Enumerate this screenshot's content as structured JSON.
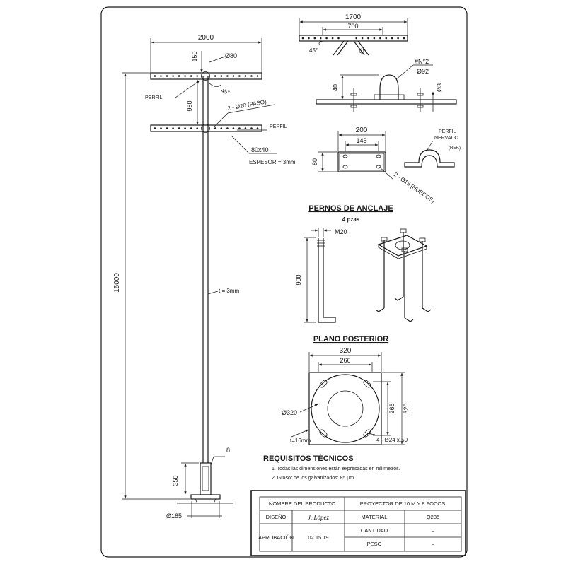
{
  "pole": {
    "dim_arm_width": "2000",
    "dim_top_offset": "150",
    "dia_top": "Ø80",
    "angle_top": "45°",
    "label_perfil_upper": "PERFIL",
    "dim_arm_spacing": "980",
    "holes_note": "2 - Ø20 (PASO)",
    "label_perfil_lower": "PERFIL",
    "section_size": "80x40",
    "espesor": "ESPESOR = 3mm",
    "dim_height": "15000",
    "wall_thickness": "t = 3mm",
    "dim_base_plate": "8",
    "dim_base_height": "350",
    "dia_base": "Ø185"
  },
  "crossarm": {
    "dim_total": "1700",
    "dim_center": "700",
    "angle": "45°"
  },
  "clamp": {
    "ref": "#N°2",
    "dia": "Ø92",
    "dim_height": "40",
    "dim_bolt": "Ø3"
  },
  "bracket": {
    "dim_width": "200",
    "dim_hole_spacing": "145",
    "dim_height": "80",
    "holes_note": "2 - Ø15 (HUECOS)",
    "profile_label_1": "PERFIL",
    "profile_label_2": "NERVADO",
    "profile_ref": "(REF.)"
  },
  "anchor_bolts": {
    "title": "PERNOS DE ANCLAJE",
    "count": "4 pzas",
    "thread": "M20",
    "length": "900"
  },
  "base_plate": {
    "title": "PLANO POSTERIOR",
    "dim_outer": "320",
    "dim_inner": "266",
    "dim_side_inner": "266",
    "dim_side_outer": "320",
    "dia": "Ø320",
    "thickness": "t=16mm",
    "slots": "4 - Ø24 x 50"
  },
  "requirements": {
    "title": "REQUISITOS TÉCNICOS",
    "items": [
      "1. Todas las dimensiones están expresadas en milímetros.",
      "2. Grosor de los galvanizados: 85 µm."
    ]
  },
  "title_block": {
    "product_label": "NOMBRE DEL PRODUCTO",
    "product_name": "PROYECTOR DE 10 M Y 8 FOCOS",
    "design_label": "DISEÑO",
    "designer": "J. López",
    "material_label": "MATERIAL",
    "material": "Q235",
    "approval_label": "APROBACIÓN",
    "approval_date": "02.15.19",
    "quantity_label": "CANTIDAD",
    "quantity": "–",
    "weight_label": "PESO",
    "weight": "–"
  }
}
